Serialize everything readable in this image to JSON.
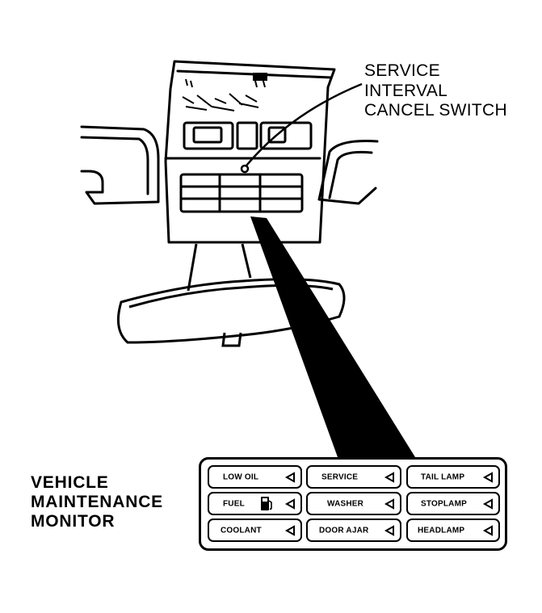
{
  "callout": {
    "lines": [
      "SERVICE",
      "INTERVAL",
      "CANCEL SWITCH"
    ]
  },
  "monitor_label": {
    "lines": [
      "VEHICLE",
      "MAINTENANCE",
      "MONITOR"
    ]
  },
  "panel": {
    "rows": [
      [
        {
          "label": "LOW OIL",
          "icon": "warning-triangle-icon"
        },
        {
          "label": "SERVICE",
          "icon": "warning-triangle-icon"
        },
        {
          "label": "TAIL LAMP",
          "icon": "warning-triangle-icon"
        }
      ],
      [
        {
          "label": "FUEL",
          "icon": "warning-triangle-icon",
          "extra_icon": "fuel-pump-icon"
        },
        {
          "label": "WASHER",
          "icon": "warning-triangle-icon"
        },
        {
          "label": "STOPLAMP",
          "icon": "warning-triangle-icon"
        }
      ],
      [
        {
          "label": "COOLANT",
          "icon": "warning-triangle-icon"
        },
        {
          "label": "DOOR AJAR",
          "icon": "warning-triangle-icon"
        },
        {
          "label": "HEADLAMP",
          "icon": "warning-triangle-icon"
        }
      ]
    ]
  },
  "colors": {
    "ink": "#000000",
    "paper": "#ffffff"
  }
}
